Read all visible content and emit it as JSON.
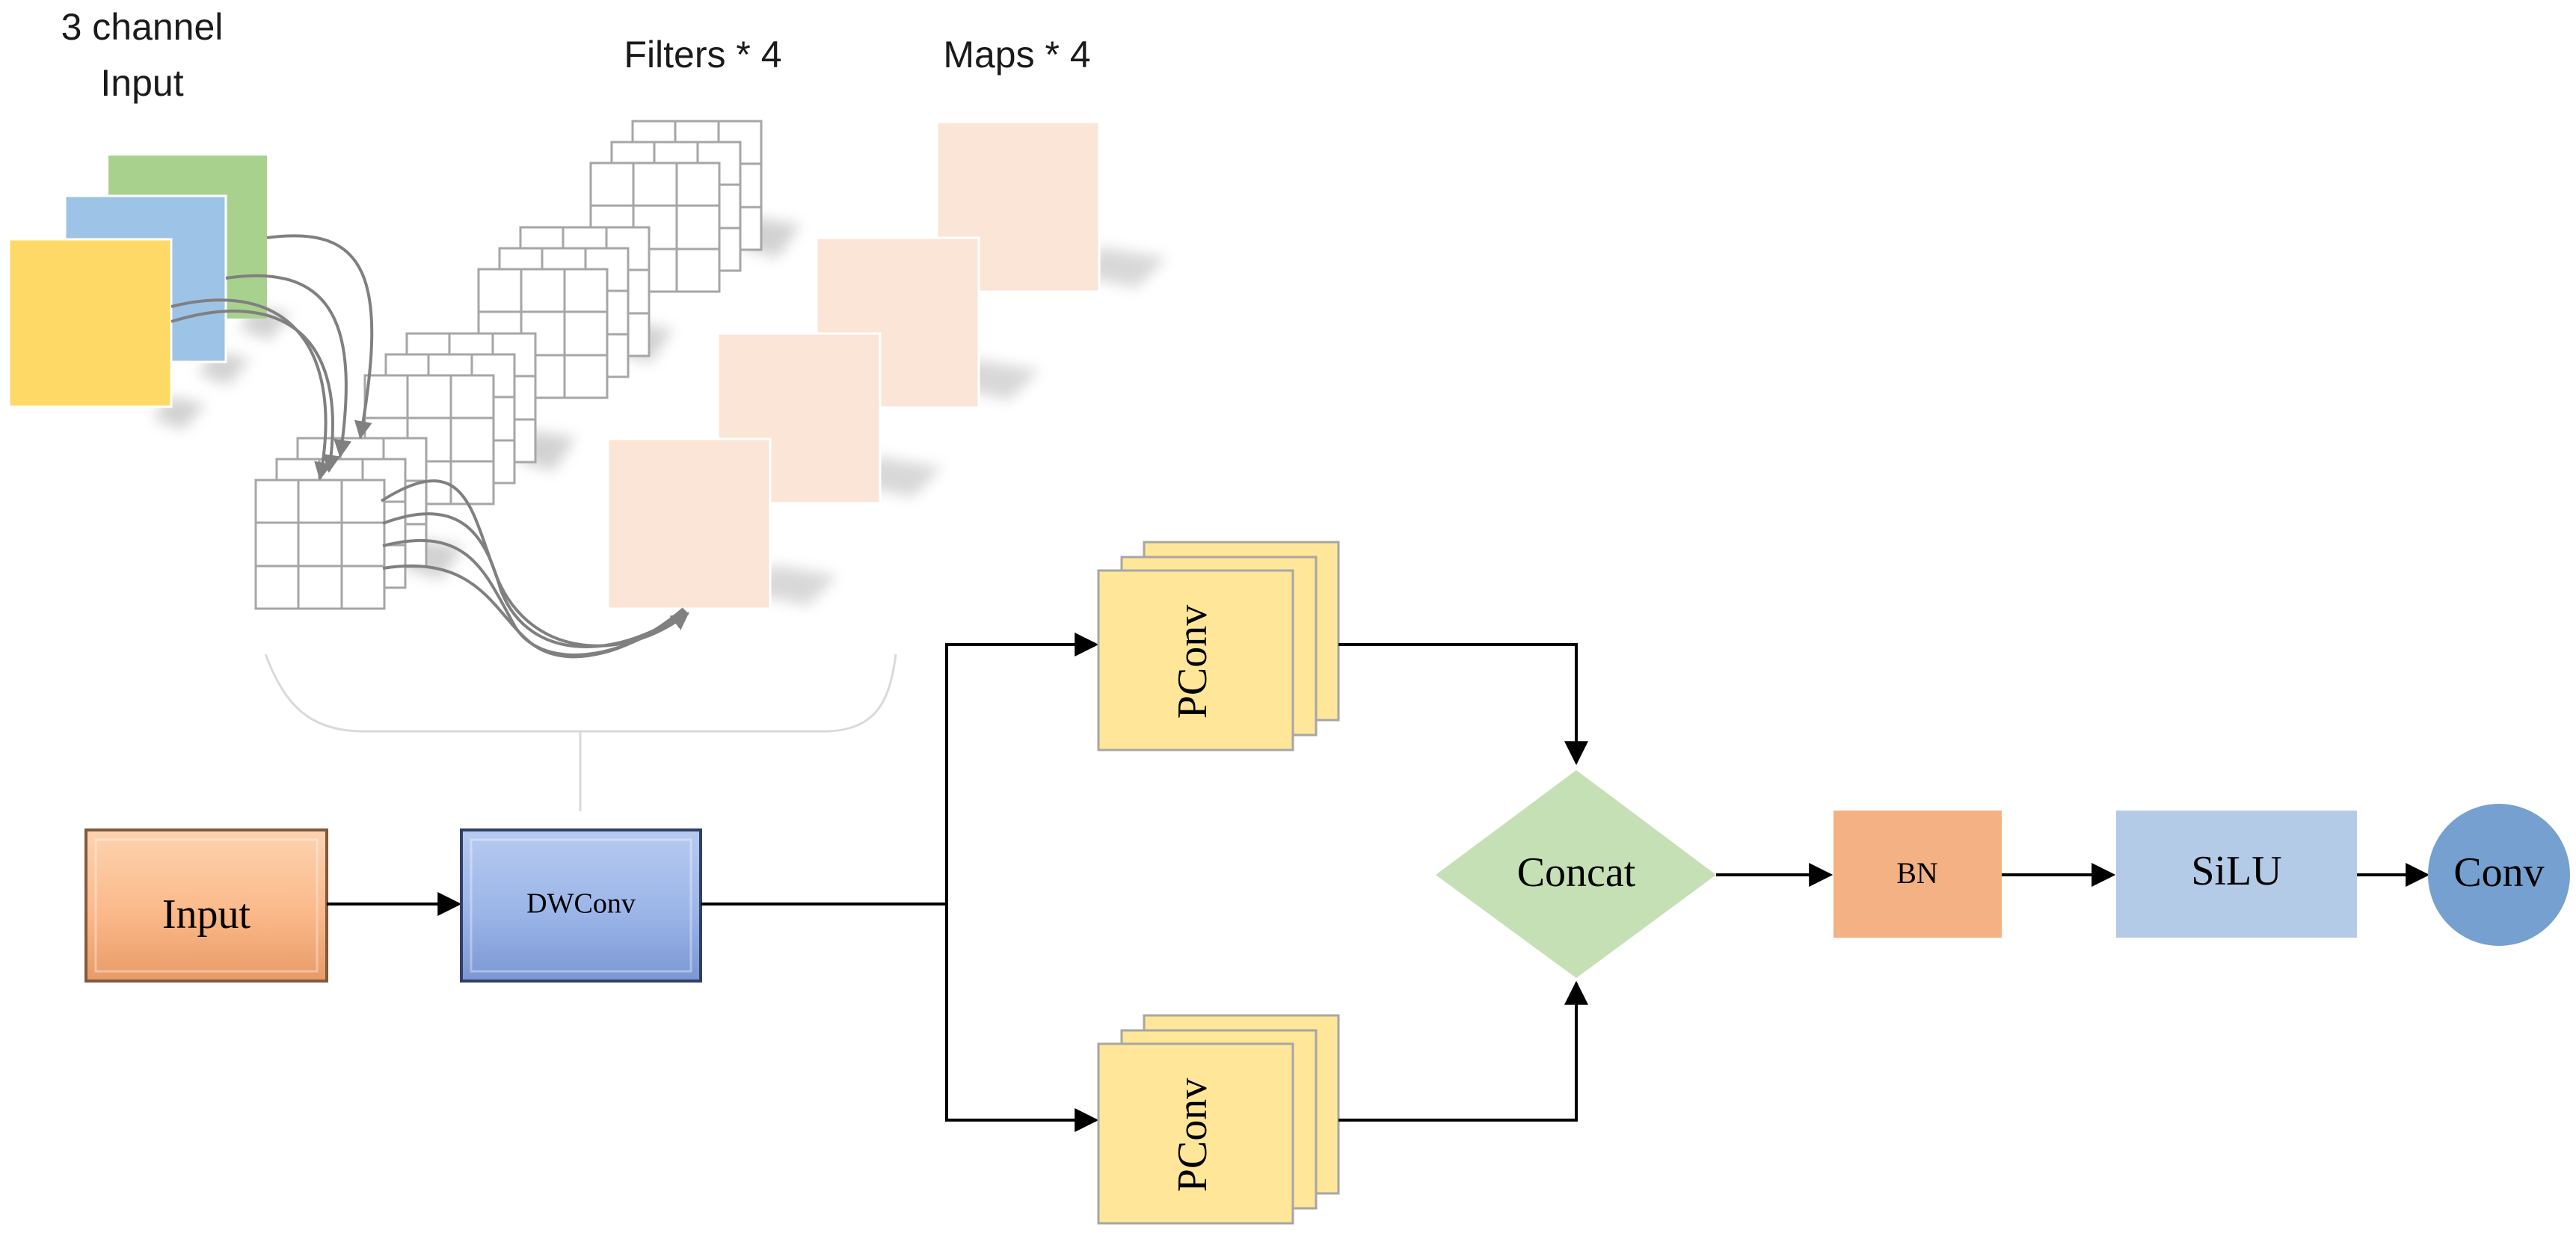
{
  "labels": {
    "input_title_line1": "3 channel",
    "input_title_line2": "Input",
    "filters_title": "Filters * 4",
    "maps_title": "Maps * 4"
  },
  "nodes": {
    "input": "Input",
    "dwconv": "DWConv",
    "pconv_top": "PConv",
    "pconv_bottom": "PConv",
    "concat": "Concat",
    "bn": "BN",
    "silu": "SiLU",
    "conv": "Conv"
  },
  "colors": {
    "channel_green": "#a9d18e",
    "channel_blue": "#9dc3e6",
    "channel_yellow": "#ffd966",
    "map_fill": "#fbe5d6",
    "input_box": "#fbb98a",
    "dwconv_box": "#9bb5e8",
    "pconv_box": "#ffe699",
    "concat_diamond": "#c5e0b4",
    "bn_box": "#f4b183",
    "silu_box": "#b4cbe8",
    "conv_circle": "#75a0d0"
  }
}
